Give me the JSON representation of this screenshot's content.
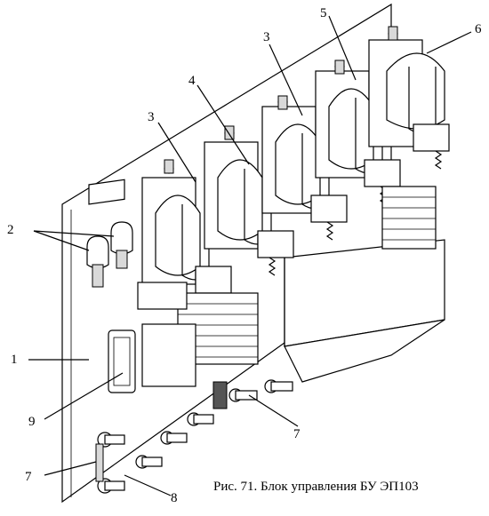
{
  "caption": "Рис. 71. Блок управления БУ ЭП103",
  "callouts": {
    "c1": "1",
    "c2": "2",
    "c3a": "3",
    "c3b": "3",
    "c4": "4",
    "c5": "5",
    "c6": "6",
    "c7a": "7",
    "c7b": "7",
    "c8": "8",
    "c9": "9"
  }
}
